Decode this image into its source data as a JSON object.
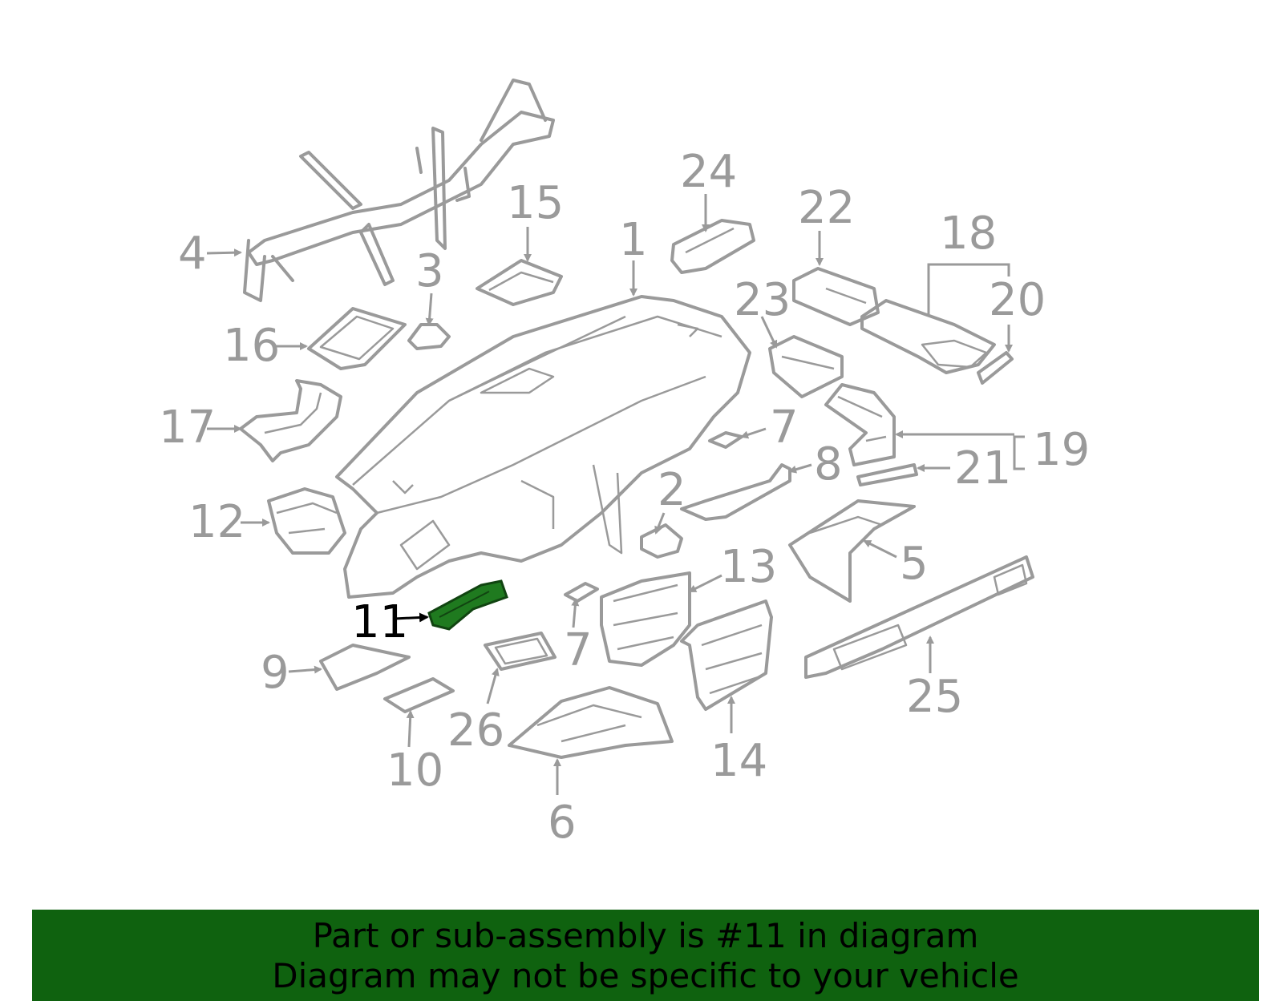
{
  "diagram": {
    "highlight_color": "#1f7a1f",
    "line_color": "#9a9a9a",
    "callouts": [
      {
        "id": "1",
        "label": "1"
      },
      {
        "id": "2",
        "label": "2"
      },
      {
        "id": "3",
        "label": "3"
      },
      {
        "id": "4",
        "label": "4"
      },
      {
        "id": "5",
        "label": "5"
      },
      {
        "id": "6",
        "label": "6"
      },
      {
        "id": "7a",
        "label": "7"
      },
      {
        "id": "7b",
        "label": "7"
      },
      {
        "id": "8",
        "label": "8"
      },
      {
        "id": "9",
        "label": "9"
      },
      {
        "id": "10",
        "label": "10"
      },
      {
        "id": "11",
        "label": "11",
        "highlighted": true
      },
      {
        "id": "12",
        "label": "12"
      },
      {
        "id": "13",
        "label": "13"
      },
      {
        "id": "14",
        "label": "14"
      },
      {
        "id": "15",
        "label": "15"
      },
      {
        "id": "16",
        "label": "16"
      },
      {
        "id": "17",
        "label": "17"
      },
      {
        "id": "18",
        "label": "18"
      },
      {
        "id": "19",
        "label": "19"
      },
      {
        "id": "20",
        "label": "20"
      },
      {
        "id": "21",
        "label": "21"
      },
      {
        "id": "22",
        "label": "22"
      },
      {
        "id": "23",
        "label": "23"
      },
      {
        "id": "24",
        "label": "24"
      },
      {
        "id": "25",
        "label": "25"
      },
      {
        "id": "26",
        "label": "26"
      }
    ]
  },
  "footer": {
    "background": "#0f620f",
    "line1": "Part or sub-assembly is #11 in diagram",
    "line2": "Diagram may not be specific to your vehicle"
  }
}
